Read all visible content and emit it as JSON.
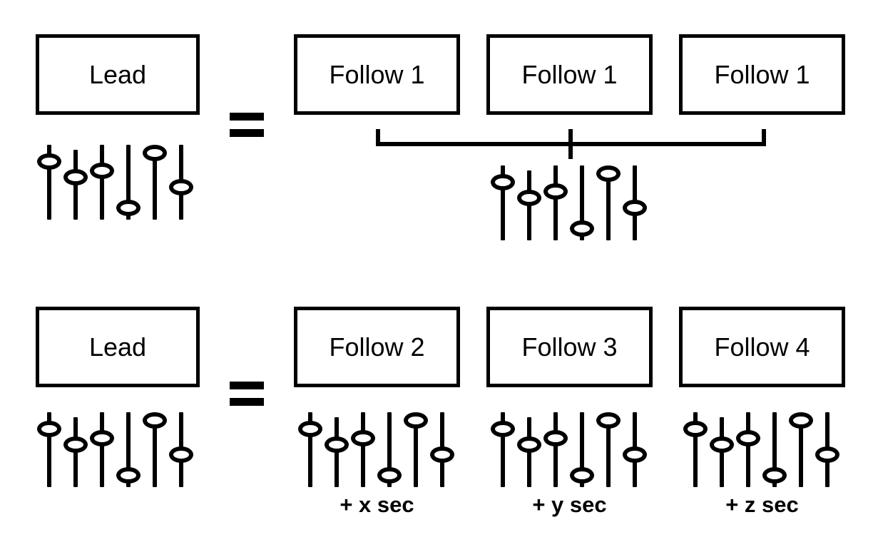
{
  "diagram": {
    "title": "Lead and Follow slider configuration equivalence diagram",
    "background_color": "#ffffff",
    "stroke_color": "#000000",
    "operator": "=",
    "rows": [
      {
        "id": "row-1",
        "lead": {
          "label": "Lead"
        },
        "grouped": true,
        "followers": [
          {
            "label": "Follow 1"
          },
          {
            "label": "Follow 1"
          },
          {
            "label": "Follow 1"
          }
        ],
        "shared_slider_caption": "",
        "captions": []
      },
      {
        "id": "row-2",
        "lead": {
          "label": "Lead"
        },
        "grouped": false,
        "followers": [
          {
            "label": "Follow 2",
            "caption": "+ x sec"
          },
          {
            "label": "Follow 3",
            "caption": "+ y sec"
          },
          {
            "label": "Follow 4",
            "caption": "+ z sec"
          }
        ]
      }
    ],
    "slider_panel": {
      "name": "six-channel-slider-bank",
      "count": 6,
      "positions": [
        {
          "channel": 1,
          "knob_percent": 22,
          "track_top_percent": 0,
          "track_bottom_percent": 100
        },
        {
          "channel": 2,
          "knob_percent": 43,
          "track_top_percent": 7,
          "track_bottom_percent": 100
        },
        {
          "channel": 3,
          "knob_percent": 35,
          "track_top_percent": 0,
          "track_bottom_percent": 100
        },
        {
          "channel": 4,
          "knob_percent": 84,
          "track_top_percent": 0,
          "track_bottom_percent": 100
        },
        {
          "channel": 5,
          "knob_percent": 8,
          "track_top_percent": 3,
          "track_bottom_percent": 100
        },
        {
          "channel": 6,
          "knob_percent": 57,
          "track_top_percent": 0,
          "track_bottom_percent": 100
        }
      ]
    }
  }
}
